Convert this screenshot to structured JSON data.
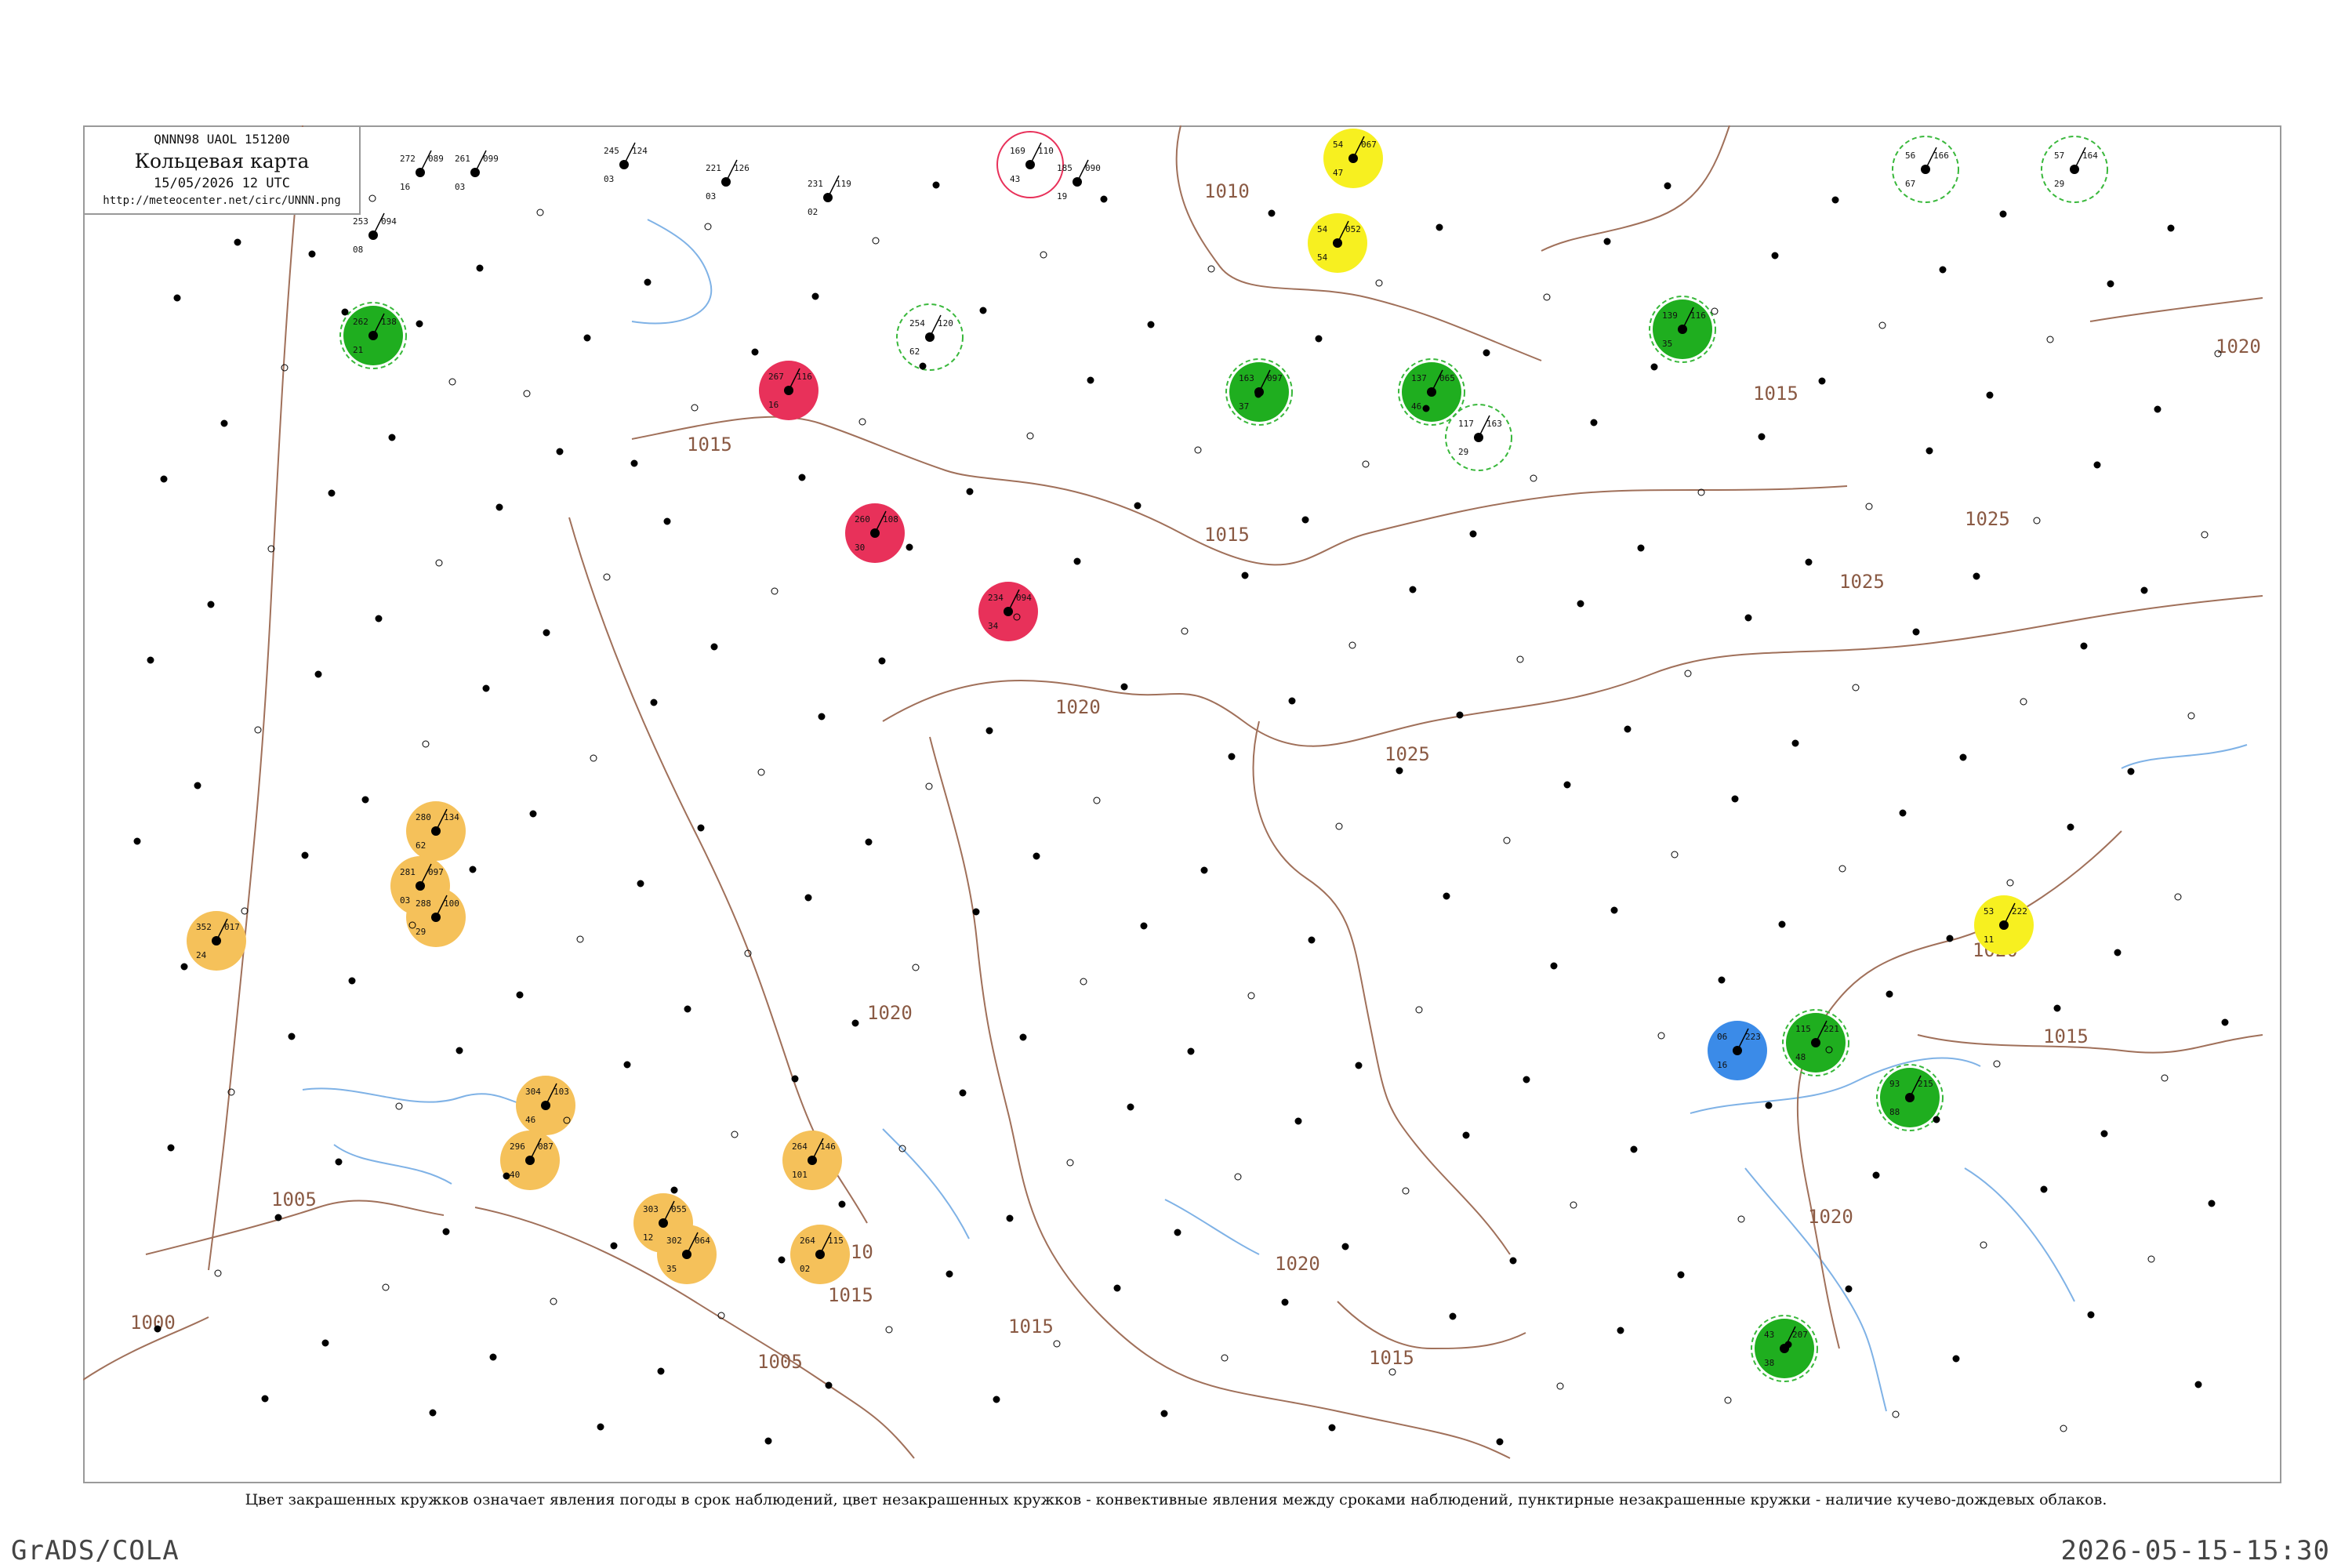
{
  "title_box": {
    "code_line": "QNNN98  UAOL  151200",
    "title": "Кольцевая карта",
    "date_line": "15/05/2026 12 UTC",
    "url": "http://meteocenter.net/circ/UNNN.png"
  },
  "footnote": "Цвет закрашенных кружков означает явления погоды в срок наблюдений, цвет незакрашенных кружков - конвективные явления между сроками наблюдений, пунктирные незакрашенные кружки - наличие кучево-дождевых облаков.",
  "bottom_left": "GrADS/COLA",
  "bottom_right": "2026-05-15-15:30",
  "isobar_labels": [
    "1010",
    "1015",
    "1015",
    "1015",
    "1020",
    "1020",
    "1025",
    "1020",
    "1025",
    "1020",
    "1015",
    "1020",
    "1015",
    "1020",
    "1015",
    "1010",
    "1005",
    "1005",
    "1000",
    "1025",
    "1015"
  ],
  "colors": {
    "isobar": "#a0705a",
    "water": "#7fb2e6",
    "station_rain": "#1fae1f",
    "station_thunder": "#e8315a",
    "station_fog": "#f5c15a",
    "station_haze": "#f7f020",
    "station_snow": "#3b8be8",
    "convective_ring": "#39b83b"
  },
  "stations": [
    {
      "id": "s1",
      "p": "253",
      "t": "094",
      "d": "08",
      "type": "plain"
    },
    {
      "id": "s2",
      "p": "272",
      "t": "089",
      "d": "16",
      "type": "plain"
    },
    {
      "id": "s3",
      "p": "261",
      "t": "099",
      "d": "03",
      "type": "plain"
    },
    {
      "id": "s4",
      "p": "245",
      "t": "124",
      "d": "03",
      "type": "plain"
    },
    {
      "id": "s5",
      "p": "221",
      "t": "126",
      "d": "03",
      "type": "plain"
    },
    {
      "id": "s6",
      "p": "231",
      "t": "119",
      "d": "02",
      "type": "plain"
    },
    {
      "id": "s7",
      "p": "169",
      "t": "110",
      "d": "43",
      "type": "thunder-ring"
    },
    {
      "id": "s8",
      "p": "185",
      "t": "090",
      "d": "19",
      "type": "plain"
    },
    {
      "id": "s9",
      "p": "54",
      "t": "067",
      "d": "47",
      "type": "haze"
    },
    {
      "id": "s10",
      "p": "56",
      "t": "166",
      "d": "67",
      "type": "ring"
    },
    {
      "id": "s11",
      "p": "57",
      "t": "164",
      "d": "29",
      "type": "ring"
    },
    {
      "id": "s12",
      "p": "54",
      "t": "052",
      "d": "54",
      "type": "haze"
    },
    {
      "id": "s13",
      "p": "262",
      "t": "138",
      "d": "21",
      "type": "rain"
    },
    {
      "id": "s14",
      "p": "267",
      "t": "116",
      "d": "16",
      "type": "thunder"
    },
    {
      "id": "s15",
      "p": "254",
      "t": "120",
      "d": "62",
      "type": "ring"
    },
    {
      "id": "s16",
      "p": "163",
      "t": "097",
      "d": "37",
      "type": "rain"
    },
    {
      "id": "s17",
      "p": "137",
      "t": "065",
      "d": "46",
      "type": "rain"
    },
    {
      "id": "s18",
      "p": "117",
      "t": "163",
      "d": "29",
      "type": "ring"
    },
    {
      "id": "s19",
      "p": "260",
      "t": "108",
      "d": "30",
      "type": "thunder"
    },
    {
      "id": "s20",
      "p": "234",
      "t": "094",
      "d": "34",
      "type": "thunder"
    },
    {
      "id": "s21",
      "p": "139",
      "t": "116",
      "d": "35",
      "type": "rain"
    },
    {
      "id": "s22",
      "p": "280",
      "t": "134",
      "d": "62",
      "type": "fog"
    },
    {
      "id": "s23",
      "p": "281",
      "t": "097",
      "d": "03",
      "type": "fog"
    },
    {
      "id": "s24",
      "p": "288",
      "t": "100",
      "d": "29",
      "type": "fog"
    },
    {
      "id": "s25",
      "p": "352",
      "t": "017",
      "d": "24",
      "type": "fog"
    },
    {
      "id": "s26",
      "p": "304",
      "t": "103",
      "d": "46",
      "type": "fog"
    },
    {
      "id": "s27",
      "p": "296",
      "t": "087",
      "d": "40",
      "type": "fog"
    },
    {
      "id": "s28",
      "p": "303",
      "t": "055",
      "d": "12",
      "type": "fog"
    },
    {
      "id": "s29",
      "p": "302",
      "t": "064",
      "d": "35",
      "type": "fog"
    },
    {
      "id": "s30",
      "p": "264",
      "t": "146",
      "d": "101",
      "type": "fog"
    },
    {
      "id": "s31",
      "p": "264",
      "t": "115",
      "d": "02",
      "type": "fog"
    },
    {
      "id": "s32",
      "p": "53",
      "t": "222",
      "d": "11",
      "type": "haze"
    },
    {
      "id": "s33",
      "p": "06",
      "t": "223",
      "d": "16",
      "type": "snow"
    },
    {
      "id": "s34",
      "p": "115",
      "t": "221",
      "d": "48",
      "type": "rain"
    },
    {
      "id": "s35",
      "p": "93",
      "t": "215",
      "d": "88",
      "type": "rain"
    },
    {
      "id": "s36",
      "p": "43",
      "t": "207",
      "d": "38",
      "type": "rain"
    }
  ]
}
